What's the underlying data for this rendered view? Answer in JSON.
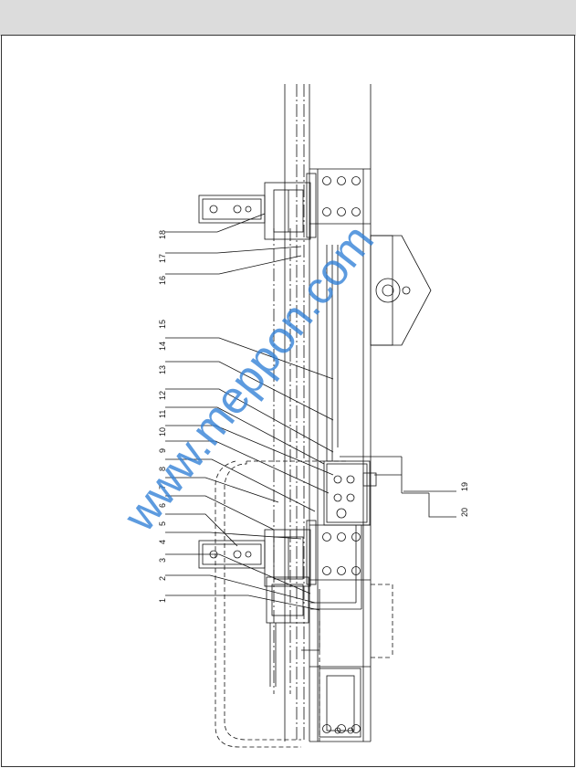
{
  "callouts": [
    "1",
    "2",
    "3",
    "4",
    "5",
    "6",
    "7",
    "8",
    "9",
    "10",
    "11",
    "12",
    "13",
    "14",
    "15",
    "16",
    "17",
    "18",
    "19",
    "20"
  ],
  "watermark": "www.meppon.com",
  "colors": {
    "line": "#111111",
    "watermark": "#2f7fd6",
    "header": "#dcdcdc"
  }
}
